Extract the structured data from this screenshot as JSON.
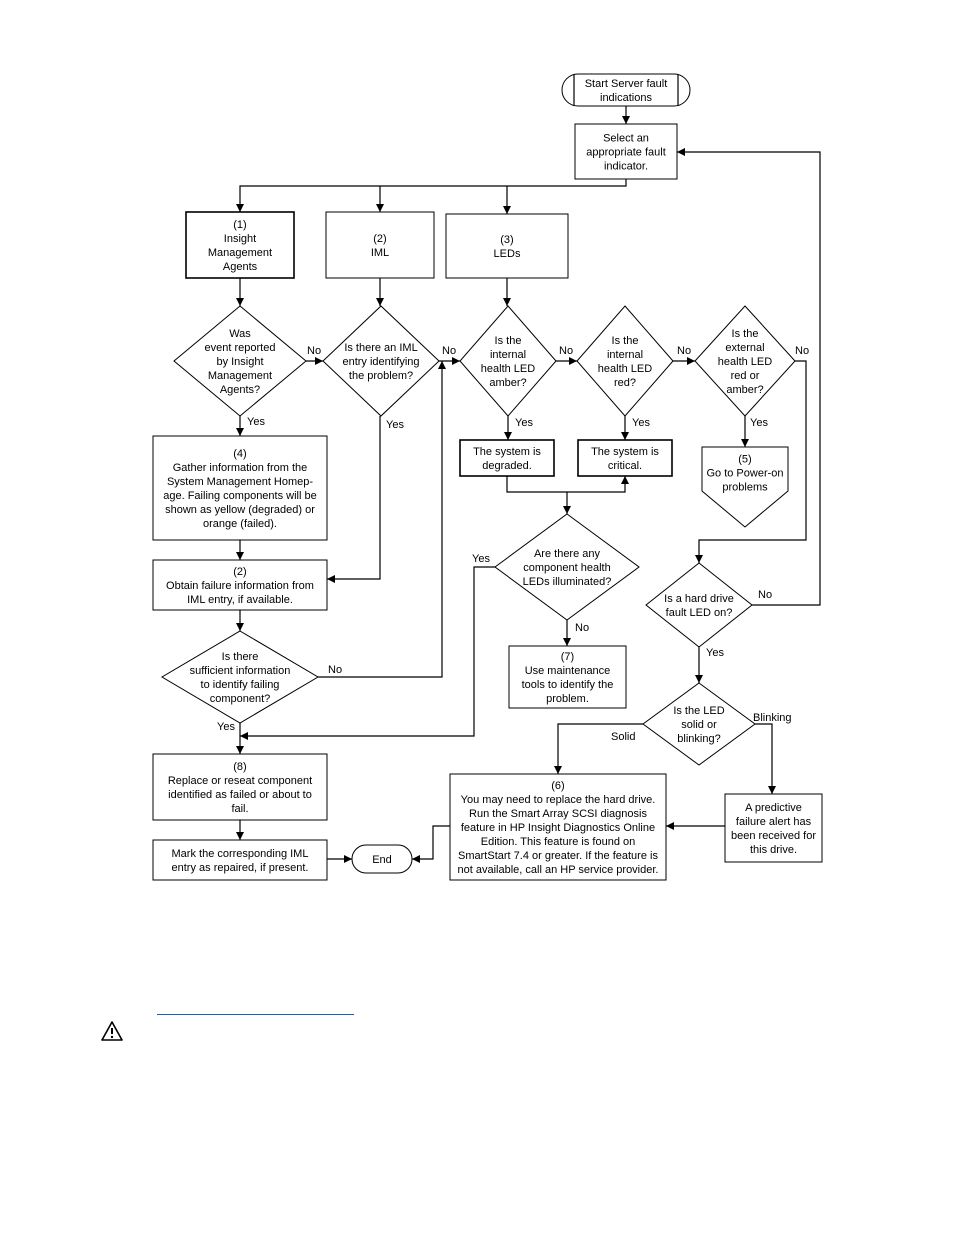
{
  "nodes": {
    "start": [
      "Start Server fault",
      "indications"
    ],
    "select": [
      "Select an",
      "appropriate fault",
      "indicator."
    ],
    "agents": [
      "(1)",
      "Insight",
      "Management",
      "Agents"
    ],
    "iml": [
      "(2)",
      "IML"
    ],
    "leds": [
      "(3)",
      "LEDs"
    ],
    "q_event": [
      "Was",
      "event reported",
      "by Insight",
      "Management",
      "Agents?"
    ],
    "q_iml": [
      "Is there an IML",
      "entry identifying",
      "the problem?"
    ],
    "q_amber": [
      "Is the",
      "internal",
      "health LED",
      "amber?"
    ],
    "q_red": [
      "Is the",
      "internal",
      "health LED",
      "red?"
    ],
    "q_ext": [
      "Is the",
      "external",
      "health LED",
      "red or",
      "amber?"
    ],
    "gather": [
      "(4)",
      "Gather information from the",
      "System Management Homep-",
      "age. Failing components will be",
      "shown as yellow (degraded) or",
      "orange (failed)."
    ],
    "degraded": [
      "The system is",
      "degraded."
    ],
    "critical": [
      "The system is",
      "critical."
    ],
    "power": [
      "(5)",
      "Go to Power-on",
      "problems"
    ],
    "q_comp": [
      "Are there any",
      "component health",
      "LEDs illuminated?"
    ],
    "obtain": [
      "(2)",
      "Obtain failure information from",
      "IML entry, if available."
    ],
    "q_hdd": [
      "Is a hard drive",
      "fault LED on?"
    ],
    "q_suff": [
      "Is there",
      "sufficient information",
      "to identify failing",
      "component?"
    ],
    "maint": [
      "(7)",
      "Use maintenance",
      "tools to identify the",
      "problem."
    ],
    "q_solid": [
      "Is the LED",
      "solid or",
      "blinking?"
    ],
    "replace": [
      "(8)",
      "Replace or reseat component",
      "identified as failed or about to",
      "fail."
    ],
    "hdd6": [
      "(6)",
      "You may need to replace the hard drive.",
      "Run the Smart Array SCSI diagnosis",
      "feature in HP Insight Diagnostics Online",
      "Edition. This feature is found on",
      "SmartStart 7.4 or greater. If the feature is",
      "not available, call an HP service provider."
    ],
    "predictive": [
      "A predictive",
      "failure alert has",
      "been received for",
      "this drive."
    ],
    "mark": [
      "Mark the corresponding IML",
      "entry as repaired, if present."
    ],
    "end": [
      "End"
    ]
  },
  "labels": {
    "yes": "Yes",
    "no": "No",
    "solid": "Solid",
    "blinking": "Blinking"
  },
  "icons": {
    "warning": "warning-triangle-icon"
  }
}
